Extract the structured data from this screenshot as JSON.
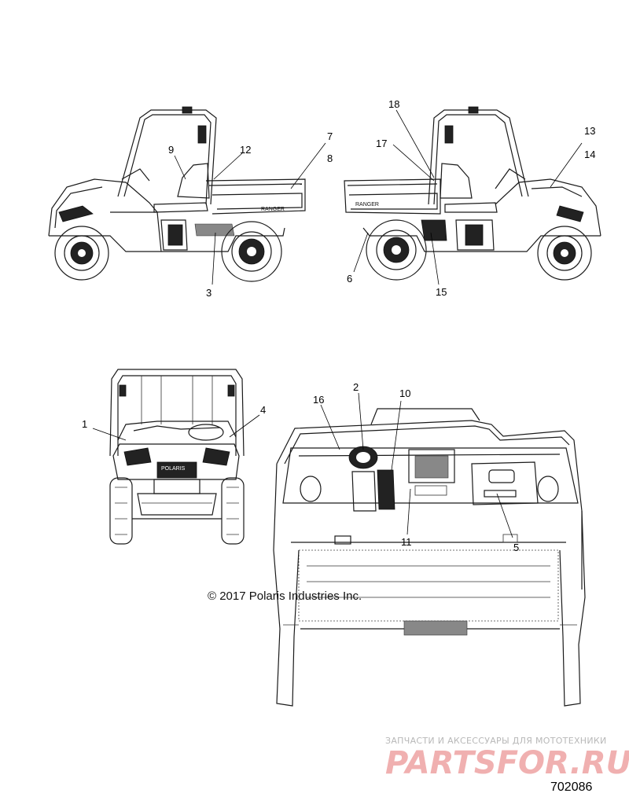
{
  "callouts": {
    "c1": "1",
    "c2": "2",
    "c3": "3",
    "c4": "4",
    "c5": "5",
    "c6": "6",
    "c7": "7",
    "c8": "8",
    "c9": "9",
    "c10": "10",
    "c11": "11",
    "c12": "12",
    "c13": "13",
    "c14": "14",
    "c15": "15",
    "c16": "16",
    "c17": "17",
    "c18": "18"
  },
  "vehicle_decal_text": {
    "ranger_left": "RANGER",
    "ranger_right": "RANGER",
    "grille_logo": "POLARIS"
  },
  "copyright": "© 2017 Polaris Industries Inc.",
  "figure_number": "702086",
  "watermark": {
    "tagline": "ЗАПЧАСТИ И АКСЕССУАРЫ ДЛЯ МОТОТЕХНИКИ",
    "brand": "PARTSFOR.RU",
    "color": "#e89090"
  }
}
